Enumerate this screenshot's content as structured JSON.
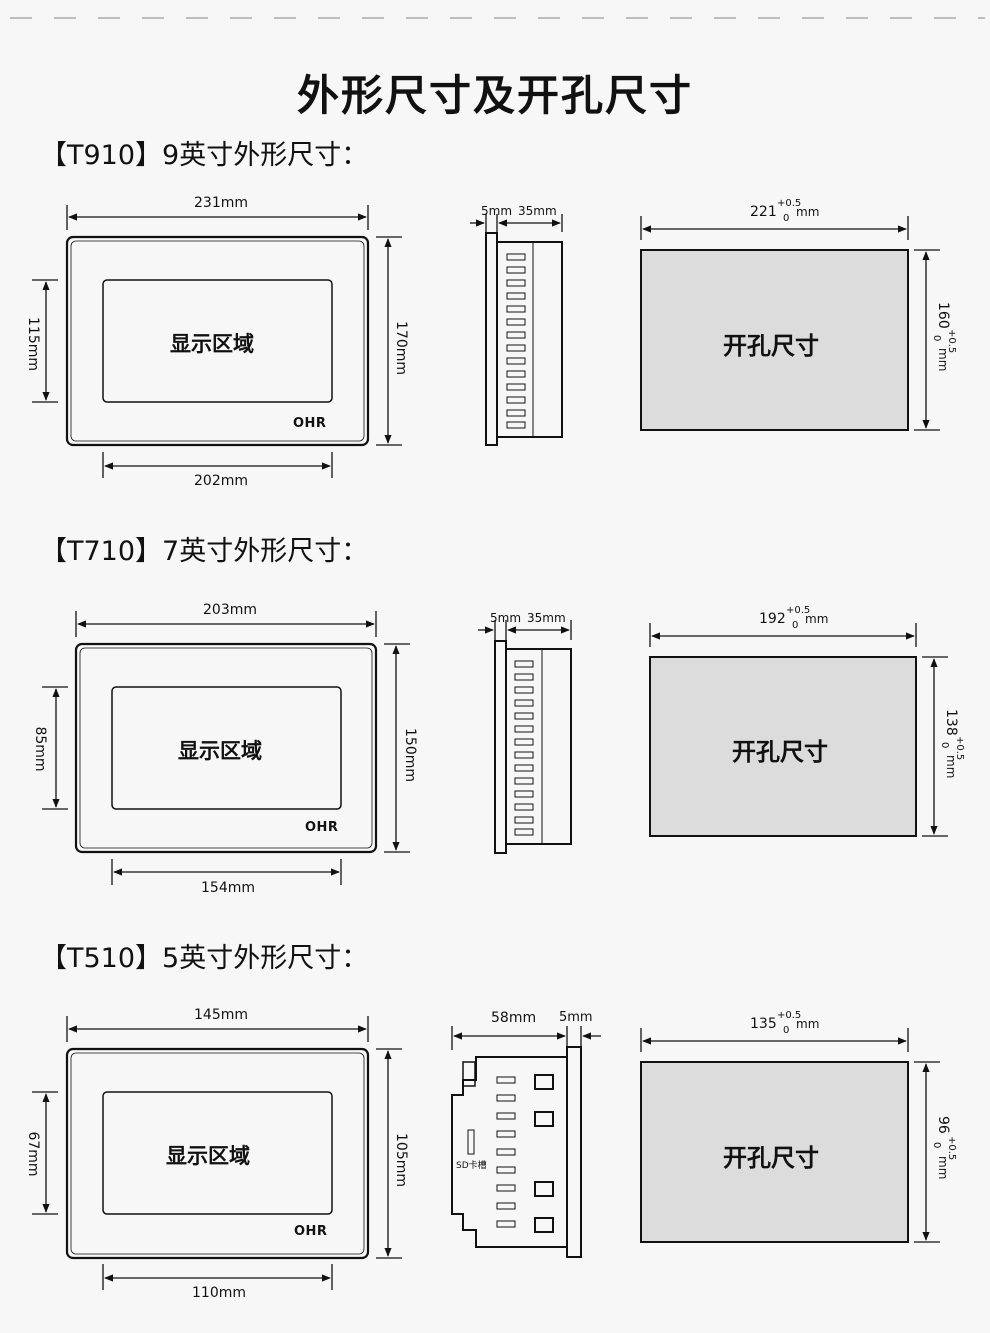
{
  "page_title": "外形尺寸及开孔尺寸",
  "screen_label": "显示区域",
  "cutout_label": "开孔尺寸",
  "brand_logo": "OHR",
  "tolerance": {
    "upper": "+0.5",
    "lower": "0"
  },
  "unit": "mm",
  "sd_slot_label": "SD卡槽",
  "sections": [
    {
      "title": "【T910】9英寸外形尺寸：",
      "outer_width": "231mm",
      "outer_height": "170mm",
      "screen_width": "202mm",
      "screen_height": "115mm",
      "bezel": "5mm",
      "depth": "35mm",
      "cutout_width": "221",
      "cutout_height": "160"
    },
    {
      "title": "【T710】7英寸外形尺寸：",
      "outer_width": "203mm",
      "outer_height": "150mm",
      "screen_width": "154mm",
      "screen_height": "85mm",
      "bezel": "5mm",
      "depth": "35mm",
      "cutout_width": "192",
      "cutout_height": "138"
    },
    {
      "title": "【T510】5英寸外形尺寸：",
      "outer_width": "145mm",
      "outer_height": "105mm",
      "screen_width": "110mm",
      "screen_height": "67mm",
      "bezel": "5mm",
      "depth": "58mm",
      "cutout_width": "135",
      "cutout_height": "96"
    }
  ]
}
